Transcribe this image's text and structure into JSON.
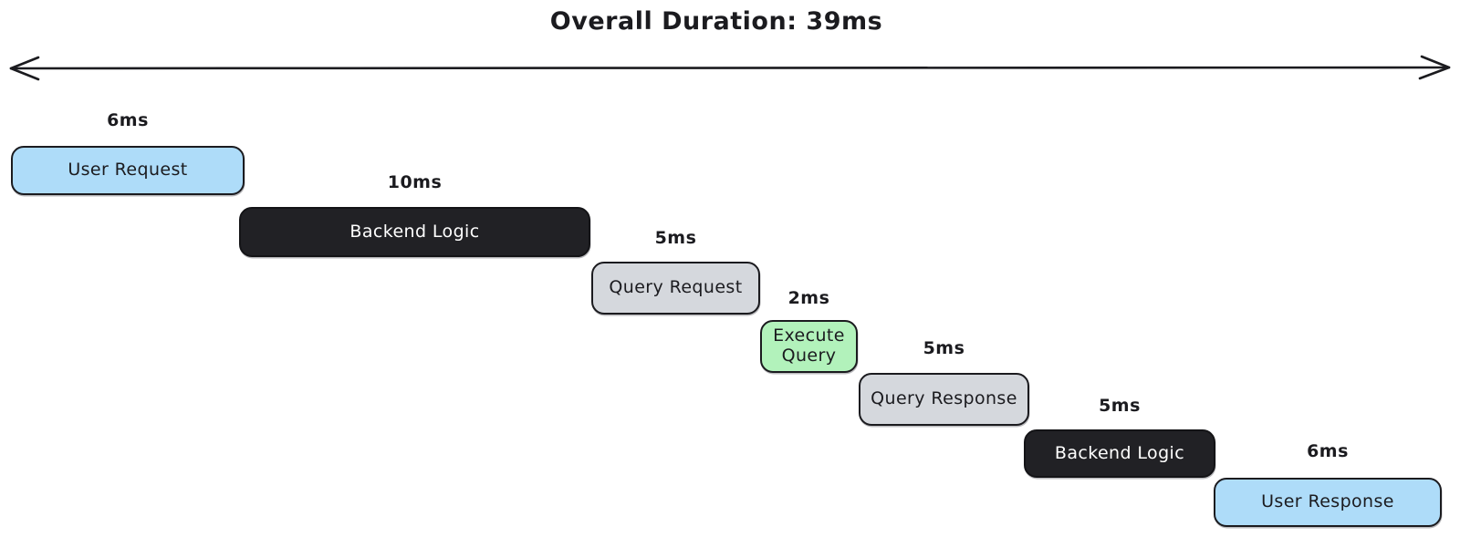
{
  "title": "Overall Duration: 39ms",
  "colors": {
    "blue": "#aedcf9",
    "black": "#212125",
    "gray": "#d5d8dd",
    "green": "#b2f2bb",
    "stroke": "#1b1b1f",
    "text_dark": "#1b1b1f",
    "text_light": "#ffffff",
    "background": "#ffffff"
  },
  "timeline": {
    "total_ms": 39,
    "steps": [
      {
        "label": "User Request",
        "duration": "6ms",
        "duration_ms": 6,
        "color": "blue"
      },
      {
        "label": "Backend Logic",
        "duration": "10ms",
        "duration_ms": 10,
        "color": "black"
      },
      {
        "label": "Query Request",
        "duration": "5ms",
        "duration_ms": 5,
        "color": "gray"
      },
      {
        "label": "Execute Query",
        "duration": "2ms",
        "duration_ms": 2,
        "color": "green"
      },
      {
        "label": "Query Response",
        "duration": "5ms",
        "duration_ms": 5,
        "color": "gray"
      },
      {
        "label": "Backend Logic",
        "duration": "5ms",
        "duration_ms": 5,
        "color": "black"
      },
      {
        "label": "User Response",
        "duration": "6ms",
        "duration_ms": 6,
        "color": "blue"
      }
    ]
  }
}
